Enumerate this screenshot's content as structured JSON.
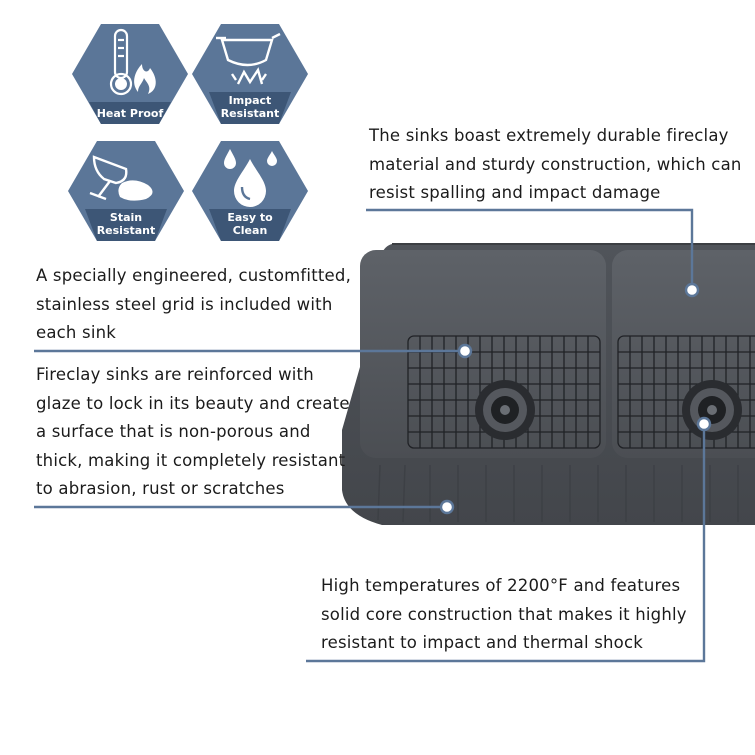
{
  "badges": [
    {
      "line1": "Heat Proof",
      "line2": "",
      "icon": "thermometer-flame-icon"
    },
    {
      "line1": "Impact",
      "line2": "Resistant",
      "icon": "falling-pot-impact-icon"
    },
    {
      "line1": "Stain",
      "line2": "Resistant",
      "icon": "wine-glass-spill-icon"
    },
    {
      "line1": "Easy to",
      "line2": "Clean",
      "icon": "water-drops-icon"
    }
  ],
  "callouts": {
    "durable": [
      "The sinks boast extremely durable fireclay",
      "material and sturdy construction, which can",
      "resist spalling and impact damage"
    ],
    "grid": [
      "A specially engineered, customfitted,",
      "stainless steel grid is included with",
      "each sink"
    ],
    "glaze": [
      "Fireclay sinks are reinforced with",
      "glaze to lock in its beauty and create",
      "a surface that is non-porous and",
      "thick, making it completely resistant",
      "to abrasion, rust or scratches"
    ],
    "temperature": [
      "High temperatures of 2200°F and features",
      "solid core construction that makes it highly",
      "resistant to impact and thermal shock"
    ]
  },
  "colors": {
    "badge_fill": "#5b7698",
    "badge_band": "#3d5676",
    "leader_line": "#5c7799",
    "sink_body": "#4a4d52"
  }
}
